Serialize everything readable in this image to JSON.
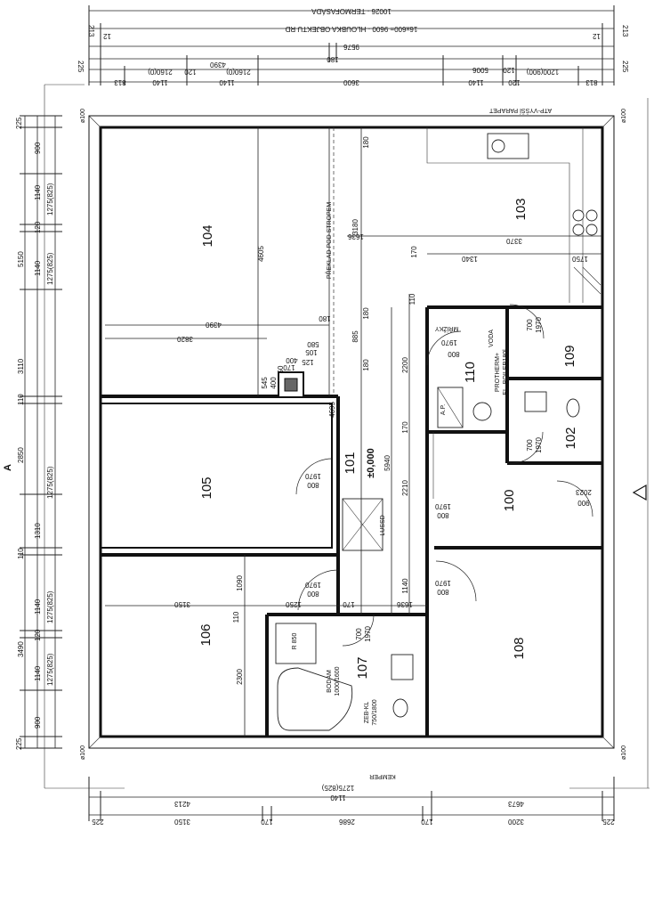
{
  "rooms": {
    "r100": "100",
    "r101": "101",
    "r102": "102",
    "r103": "103",
    "r104": "104",
    "r105": "105",
    "r106": "106",
    "r107": "107",
    "r108": "108",
    "r109": "109",
    "r110": "110"
  },
  "level_mark": "±0,000",
  "section_mark": "A",
  "labels": {
    "beam": "PŘEKLAD POD STROPEM",
    "atp": "ATP-VYŠŠÍ PARAPET",
    "kemper": "KEMPER",
    "voda": "VODA",
    "mrizky": "MŘÍŽKY",
    "protherm": "PROTHERM+",
    "boiler": "EL. BOILER180l",
    "ap": "A.P.",
    "lussd": "LUSSD",
    "bodam": "BODAM",
    "bath_size": "1000/1600",
    "zeb": "ZEB-KL",
    "zeb_size": "750/1800",
    "r850": "R 850",
    "wall_sl": "ø100"
  },
  "dims_top": {
    "terr": "10026 - TERMOFASÁDA",
    "depth": "16x600= 9600 - HLOUBKA OBJEKTU RD",
    "d213a": "213",
    "d213b": "213",
    "d12a": "12",
    "d12b": "12",
    "d9576": "9576",
    "d180": "180",
    "d120": "120",
    "d5006": "5006",
    "d4390": "4390",
    "d2160a": "2160(0)",
    "d2160b": "2160(0)",
    "d1200": "1200(900)",
    "d225a": "225",
    "d225b": "225",
    "d813a": "813",
    "d813b": "813",
    "d1140a": "1140",
    "d1140b": "1140",
    "d1140c": "1140",
    "d3600": "3600",
    "d120b": "120",
    "d120c": "120"
  },
  "dims_left": {
    "l225a": "225",
    "l900a": "900",
    "l1140a": "1140",
    "l1275a": "1275(825)",
    "l120a": "120",
    "l1140b": "1140",
    "l1275b": "1275(825)",
    "l5150": "5150",
    "l3110": "3110",
    "l110a": "110",
    "l2850": "2850",
    "l1275c": "1275(825)",
    "l1310": "1310",
    "l110b": "110",
    "l1140c": "1140",
    "l1275d": "1275(825)",
    "l3490": "3490",
    "l120b": "120",
    "l1140d": "1140",
    "l1275e": "1275(825)",
    "l900b": "900",
    "l225b": "225"
  },
  "dims_bottom": {
    "b225a": "225",
    "b3150": "3150",
    "b170a": "170",
    "b2686": "2686",
    "b170b": "170",
    "b3200": "3200",
    "b225b": "225",
    "b4213": "4213",
    "b1140": "1140",
    "b1275": "1275(825)",
    "b4673": "4673"
  },
  "dims_inner": {
    "i4605": "4605",
    "i3180": "3180",
    "i4390": "4390",
    "i3820": "3820",
    "i180a": "180",
    "i180b": "180",
    "i180c": "180",
    "i180d": "180",
    "i885": "885",
    "i1636": "1636",
    "i170a": "170",
    "i3370": "3370",
    "i1340": "1340",
    "i1750": "1750",
    "i110": "110",
    "i2200": "2200",
    "i4695": "4695",
    "i5940": "5940",
    "i170b": "170",
    "i2210": "2210",
    "i1140": "1140",
    "i1636b": "1636",
    "i170c": "170",
    "i1090": "1090",
    "i3150": "3150",
    "i110b": "110",
    "i2300": "2300",
    "i1250": "1250",
    "i545": "545",
    "i400a": "400",
    "i50": "50",
    "i400b": "400",
    "i105": "105",
    "i125": "125",
    "i170d": "170",
    "i580": "580",
    "i1970": "1970",
    "d800a": "800",
    "d1970a": "1970",
    "d800b": "800",
    "d1970b": "1970",
    "d800c": "800",
    "d1970c": "1970",
    "d800d": "800",
    "d1970d": "1970",
    "d700a": "700",
    "d1970e": "1970",
    "d700b": "700",
    "d1970f": "1970",
    "d900": "900",
    "d2023": "2023",
    "d700c": "700",
    "d1970g": "1970",
    "d800e": "800"
  }
}
